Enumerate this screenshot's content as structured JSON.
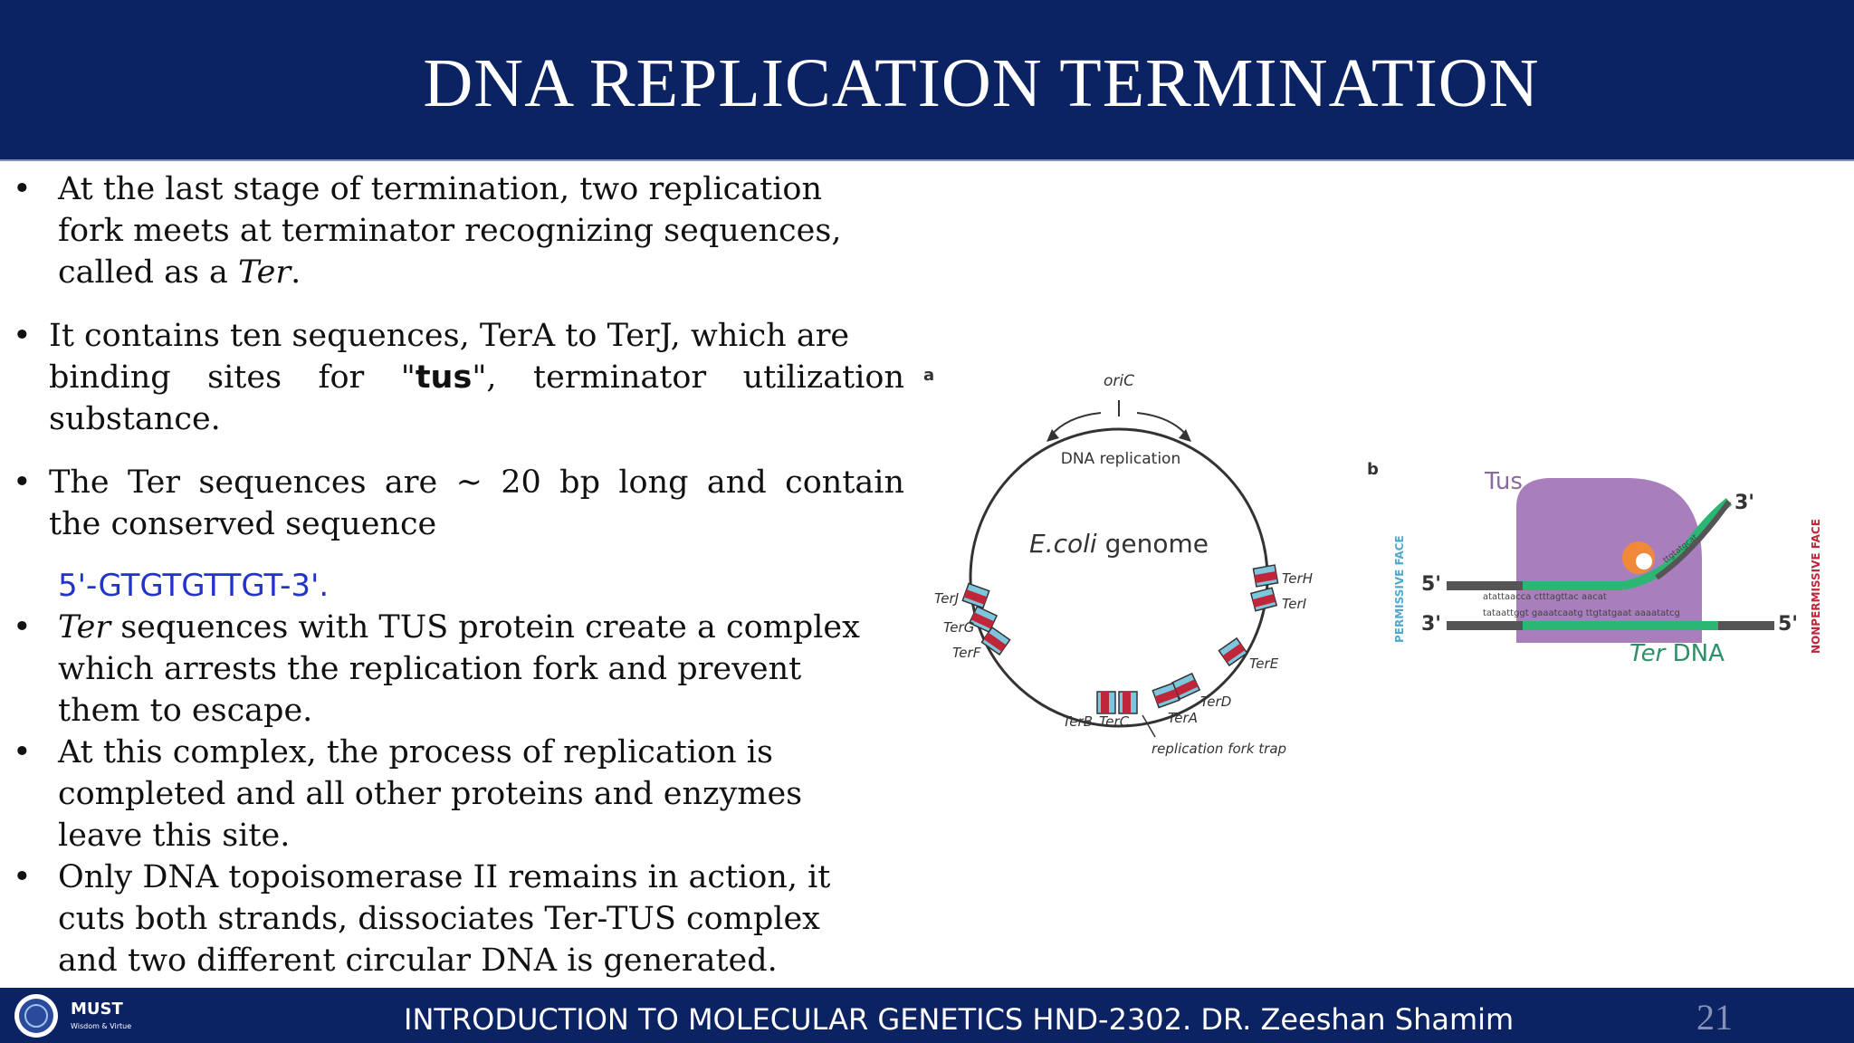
{
  "slide": {
    "title": "DNA REPLICATION TERMINATION",
    "bullet_char": "•",
    "bullets": {
      "b1": {
        "l1": "At the last stage of termination, two replication",
        "l2": "fork meets at terminator recognizing sequences,",
        "l3_pre": "called as a ",
        "l3_em": "Ter",
        "l3_post": "."
      },
      "b2": {
        "l1": "It contains ten sequences, TerA to TerJ, which are",
        "l2_pre": "binding sites for \"",
        "l2_bold": "tus",
        "l2_post": "\", terminator utilization",
        "l3": "substance."
      },
      "b3": {
        "l1": "The Ter sequences are ~ 20 bp long and contain",
        "l2": "the conserved sequence"
      },
      "sequence": "5'-GTGTGTTGT-3'.",
      "b4": {
        "l1_em": "Ter",
        "l1_post": " sequences with TUS protein create a complex",
        "l2": "which arrests the replication fork and prevent",
        "l3": "them to escape."
      },
      "b5": {
        "l1": "At this complex, the process of replication is",
        "l2": "completed and all other proteins and enzymes",
        "l3": "leave this site."
      },
      "b6": {
        "l1": "Only DNA topoisomerase II remains in action, it",
        "l2": "cuts both strands, dissociates Ter-TUS complex",
        "l3": "and two different circular DNA is generated."
      }
    }
  },
  "figure": {
    "panel_a": {
      "label": "a",
      "oric": "oriC",
      "replication": "DNA replication",
      "genome_em": "E.coli",
      "genome_rest": " genome",
      "sites": [
        "TerJ",
        "TerG",
        "TerF",
        "TerH",
        "TerI",
        "TerE",
        "TerD",
        "TerA",
        "TerB",
        "TerC"
      ],
      "trap": "replication fork trap"
    },
    "panel_b": {
      "label": "b",
      "tus": "Tus",
      "three_prime": "3'",
      "five_prime": "5'",
      "permissive": "PERMISSIVE FACE",
      "nonpermissive": "NONPERMISSIVE FACE",
      "ter_em": "Ter",
      "ter_rest": " DNA",
      "seq_top": "atattaacca ctttagttac aacat",
      "seq_bottom": "tataattggt gaaatcaatg ttgtatgaat aaaatatcg",
      "seq_curve": "ttgtatgcat"
    },
    "colors": {
      "tus": "#a174b6",
      "ter_dna": "#2bb673",
      "site_blue": "#7ec6de",
      "site_red": "#c0263a"
    }
  },
  "footer": {
    "logo_text": "MUST",
    "logo_sub": "Wisdom & Virtue",
    "text": "INTRODUCTION TO MOLECULAR GENETICS HND-2302. DR. Zeeshan Shamim",
    "page": "21"
  }
}
